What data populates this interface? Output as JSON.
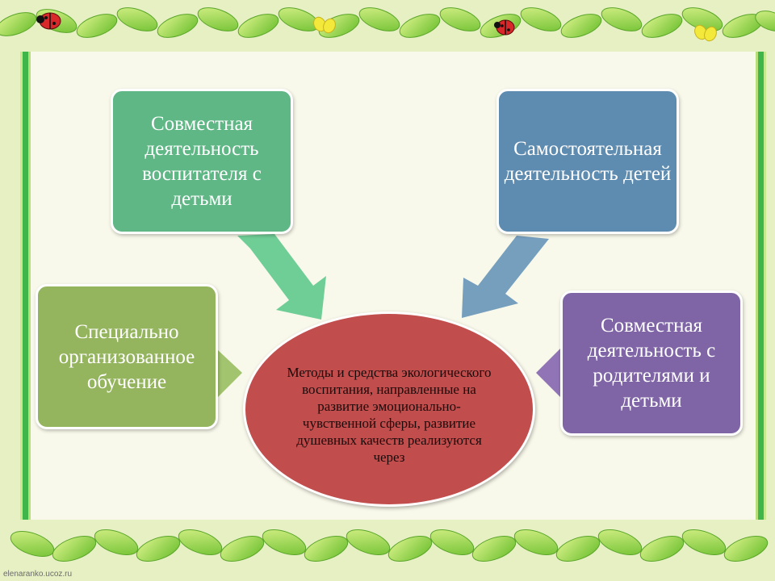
{
  "diagram": {
    "center": "Методы и средства экологического воспитания, направленные на развитие эмоционально-чувственной сферы, развитие душевных качеств реализуются через",
    "boxes": {
      "joint_teacher": "Совместная деятельность воспитателя с детьми",
      "independent": "Самостоятельная деятельность детей",
      "special_training": "Специально организованное обучение",
      "joint_parents": "Совместная деятельность с родителями и детьми"
    }
  },
  "colors": {
    "joint_teacher": "#5eb785",
    "independent": "#5e8bb0",
    "special_training": "#94b45e",
    "joint_parents": "#7f65a5",
    "center": "#c24d4d",
    "frame": "#3fb54a"
  },
  "watermark": "elenaranko.ucoz.ru"
}
